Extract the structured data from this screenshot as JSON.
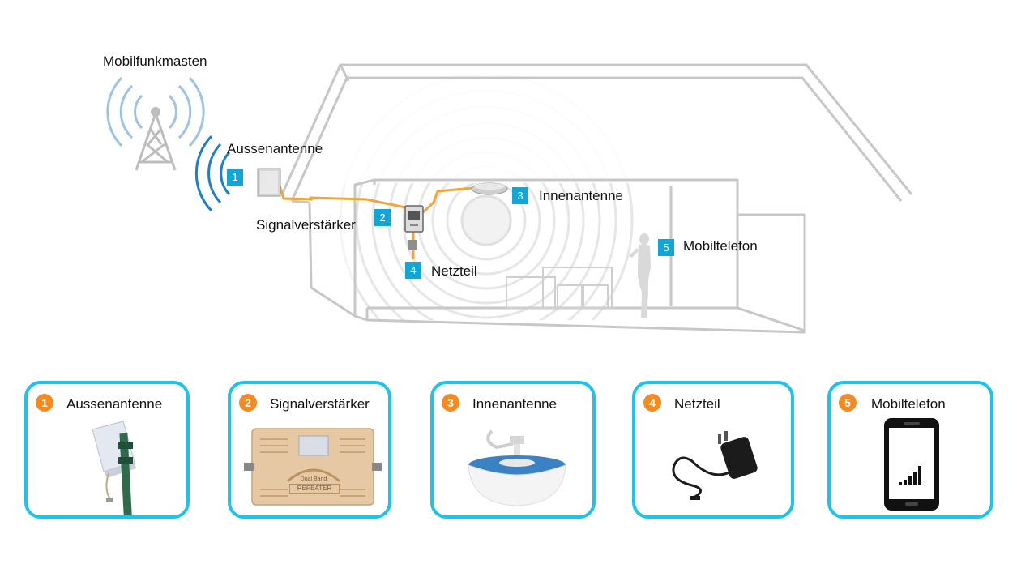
{
  "diagram": {
    "tower_label": "Mobilfunkmasten",
    "outdoor_antenna": {
      "number": "1",
      "label": "Aussenantenne"
    },
    "amplifier": {
      "number": "2",
      "label": "Signalverstärker"
    },
    "indoor_antenna": {
      "number": "3",
      "label": "Innenantenne"
    },
    "power_supply": {
      "number": "4",
      "label": "Netzteil"
    },
    "phone": {
      "number": "5",
      "label": "Mobiltelefon"
    }
  },
  "cards": [
    {
      "number": "1",
      "title": "Aussenantenne",
      "icon": "panel-antenna-icon"
    },
    {
      "number": "2",
      "title": "Signalverstärker",
      "icon": "repeater-icon",
      "device_text_1": "Dual Band",
      "device_text_2": "REPEATER"
    },
    {
      "number": "3",
      "title": "Innenantenne",
      "icon": "ceiling-antenna-icon"
    },
    {
      "number": "4",
      "title": "Netzteil",
      "icon": "power-adapter-icon"
    },
    {
      "number": "5",
      "title": "Mobiltelefon",
      "icon": "smartphone-icon"
    }
  ],
  "colors": {
    "accent_blue": "#12a6d6",
    "card_border": "#1ec3ea",
    "number_orange": "#f68a1e",
    "cable_orange": "#f3a43a",
    "house_line": "#c9c9c9"
  }
}
